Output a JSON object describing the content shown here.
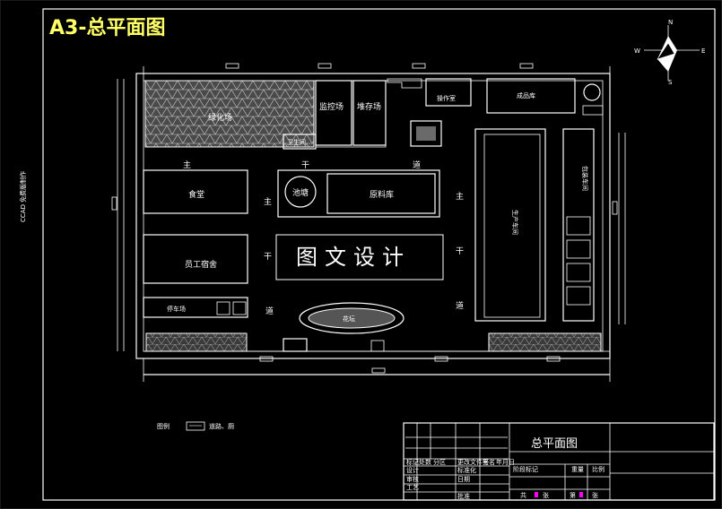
{
  "drawing_title": "A3-总平面图",
  "side_note": "CCAD 免费版制作",
  "compass": {
    "n": "N",
    "e": "E",
    "w": "W",
    "s": "S"
  },
  "watermark": "图文设计",
  "road_chars": [
    "主",
    "干",
    "道"
  ],
  "areas": {
    "green_area": "绿化场",
    "supervision": "监控场",
    "storage_yard": "堆存场",
    "guard_room": "卫生间",
    "office": "操作室",
    "finished_goods": "成品库",
    "canteen": "食堂",
    "tank": "池塘",
    "raw_material": "原料库",
    "dormitory": "员工宿舍",
    "parking": "停车场",
    "garden": "花坛",
    "production": "生产车间",
    "packaging": "包装车间"
  },
  "legend": {
    "label": "图例",
    "item": "道路、厕"
  },
  "title_block": {
    "name": "总平面图",
    "cells": [
      "标记",
      "处数",
      "分区",
      "更改文件号",
      "签名",
      "年月日",
      "设计",
      "标准化",
      "阶段标记",
      "重量",
      "比例",
      "审核",
      "工艺",
      "批准",
      "日期",
      "共",
      "张",
      "第",
      "张"
    ]
  }
}
